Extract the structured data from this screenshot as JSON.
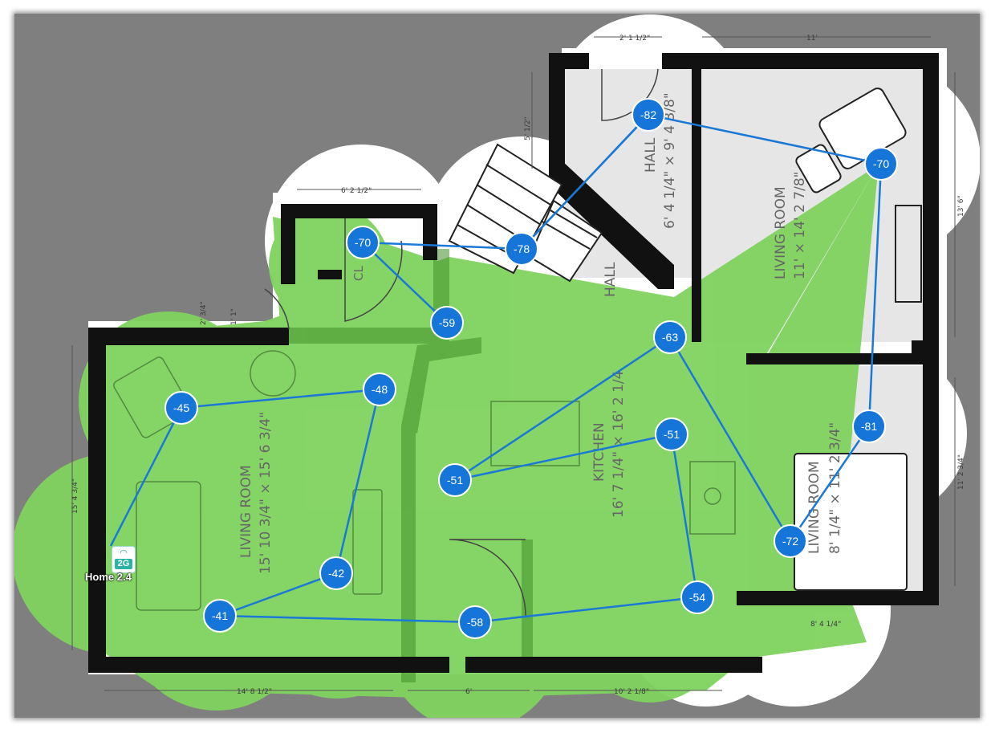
{
  "router": {
    "band": "2G",
    "name": "Home 2.4",
    "icon": "wifi-icon"
  },
  "rooms": {
    "living_main": {
      "name": "LIVING ROOM",
      "size": "15' 10 3/4\" × 15' 6 3/4\""
    },
    "kitchen": {
      "name": "KITCHEN",
      "size": "16' 7 1/4\" × 16' 2 1/4"
    },
    "hall_top": {
      "name": "HALL",
      "size": "6' 4 1/4\" × 9' 4 3/8\""
    },
    "hall_stairs": {
      "name": "HALL"
    },
    "living_ne": {
      "name": "LIVING ROOM",
      "size": "11' × 14' 2 7/8\""
    },
    "living_se": {
      "name": "LIVING ROOM",
      "size": "8' 1/4\" × 11' 2 3/4\""
    },
    "closet": {
      "name": "CL"
    }
  },
  "dimensions": [
    "2' 1 1/2\"",
    "11'",
    "5' 1/2\"",
    "6' 2 1/2\"",
    "13' 6\"",
    "2' 3/4\"",
    "1' 1\"",
    "15' 4 3/4\"",
    "11' 2 3/4\"",
    "8' 4 1/4\"",
    "14' 8 1/2\"",
    "6'",
    "10' 2 1/8\""
  ],
  "readings": [
    {
      "id": "n1",
      "value": "-82"
    },
    {
      "id": "n2",
      "value": "-70"
    },
    {
      "id": "n3",
      "value": "-70"
    },
    {
      "id": "n4",
      "value": "-78"
    },
    {
      "id": "n5",
      "value": "-59"
    },
    {
      "id": "n6",
      "value": "-63"
    },
    {
      "id": "n7",
      "value": "-48"
    },
    {
      "id": "n8",
      "value": "-45"
    },
    {
      "id": "n9",
      "value": "-51"
    },
    {
      "id": "n10",
      "value": "-51"
    },
    {
      "id": "n11",
      "value": "-81"
    },
    {
      "id": "n12",
      "value": "-72"
    },
    {
      "id": "n13",
      "value": "-42"
    },
    {
      "id": "n14",
      "value": "-41"
    },
    {
      "id": "n15",
      "value": "-58"
    },
    {
      "id": "n16",
      "value": "-54"
    }
  ],
  "colors": {
    "coverage": "#7fd35e",
    "node": "#1575d8",
    "path": "#1b79d6",
    "wall": "#111111",
    "background": "#7f7f7f"
  }
}
